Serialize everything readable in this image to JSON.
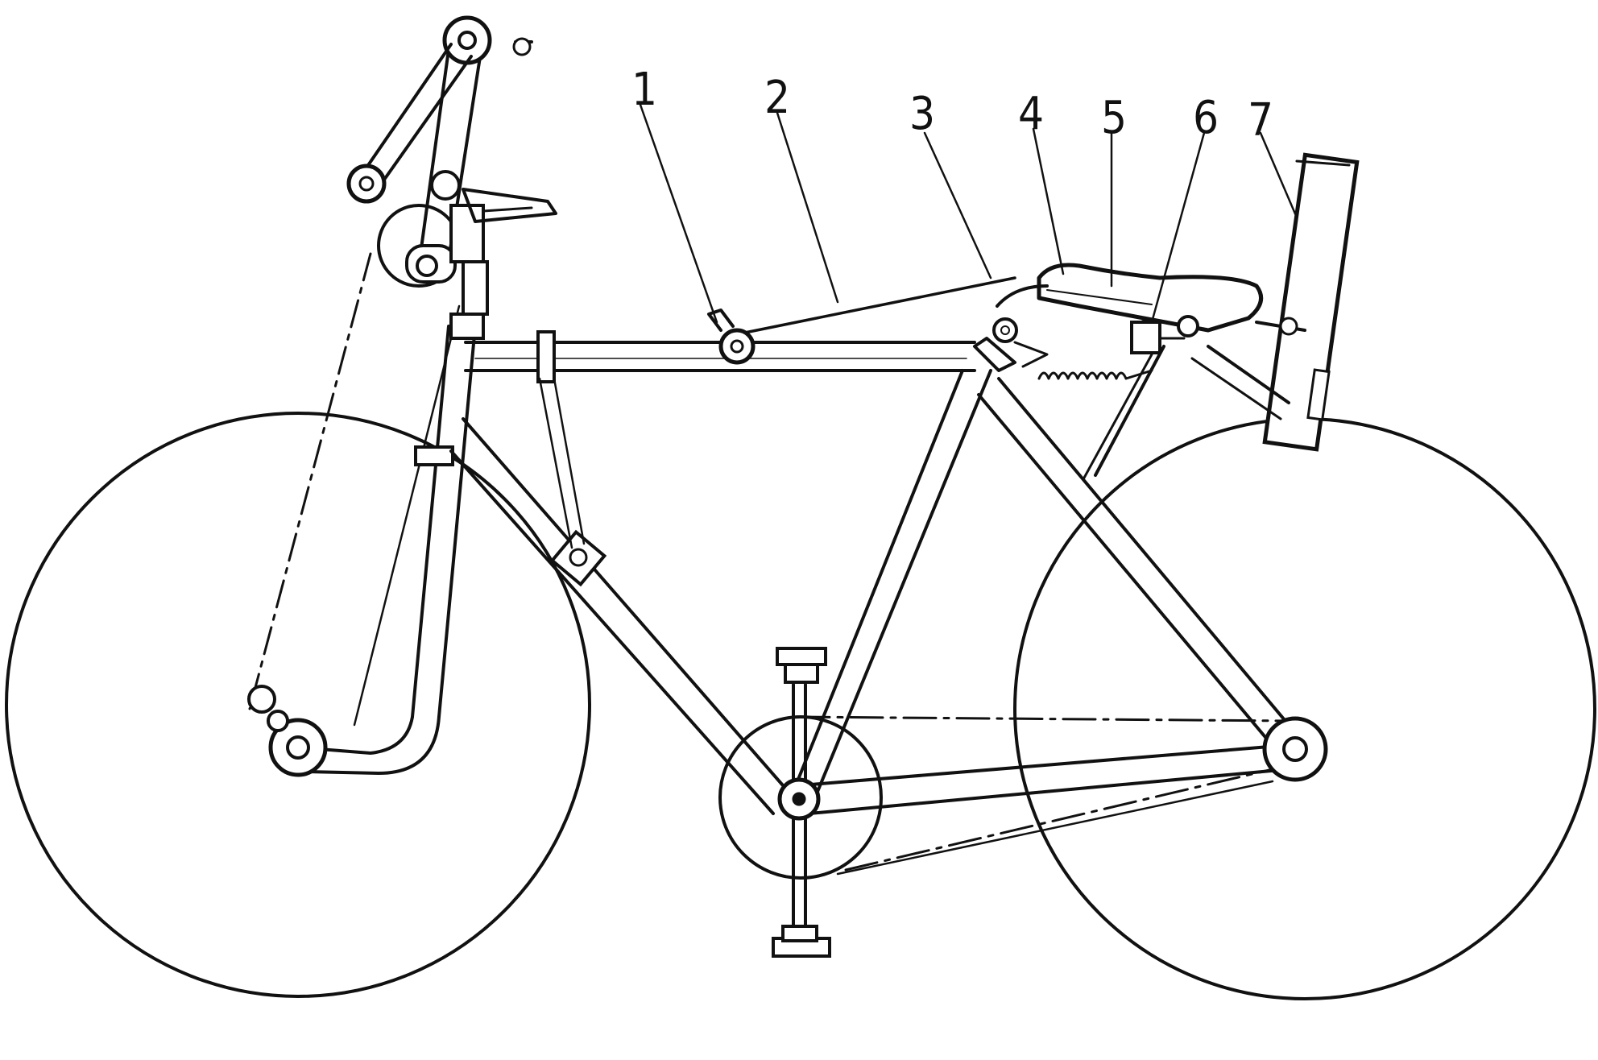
{
  "figure": {
    "callouts": [
      {
        "id": "1",
        "label": "1"
      },
      {
        "id": "2",
        "label": "2"
      },
      {
        "id": "3",
        "label": "3"
      },
      {
        "id": "4",
        "label": "4"
      },
      {
        "id": "5",
        "label": "5"
      },
      {
        "id": "6",
        "label": "6"
      },
      {
        "id": "7",
        "label": "7"
      }
    ],
    "colors": {
      "ink": "#111111",
      "paper": "#ffffff"
    }
  }
}
